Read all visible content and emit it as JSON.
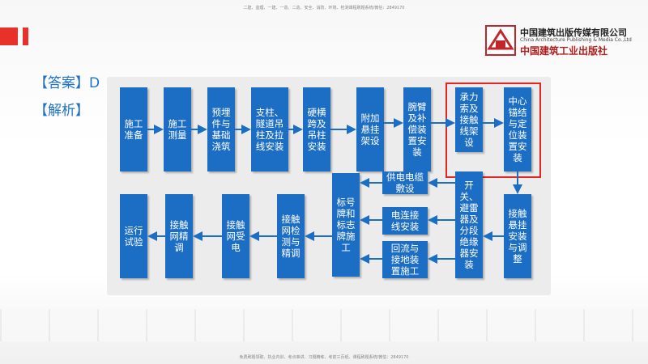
{
  "header": {
    "top_notice": "二建、监理、一建、一造、二造、安全、消防、环境、检测课程刷题系统/微信：2849170",
    "publisher_cn": "中国建筑出版传媒有限公司",
    "publisher_en": "China Architecture Publishing & Media Co.,Ltd",
    "publisher_brand": "中国建筑工业出版社"
  },
  "body": {
    "answer_label": "【答案】D",
    "analysis_label": "【解析】"
  },
  "flowchart": {
    "row1": [
      "施工准备",
      "施工测量",
      "预埋件与基础浇筑",
      "支柱、隧道吊柱及拉线安装",
      "硬横跨及吊柱安装",
      "附加悬挂架设",
      "腕臂及补偿装置安装",
      "承力索及接触线架设",
      "中心锚结与定位装置安装"
    ],
    "row2": [
      "运行试验",
      "接触网精调",
      "接触网受电",
      "接触网检测与精调",
      "标号牌和标志牌施工",
      "供电电缆敷设",
      "电连接线安装",
      "回流与接地装置施工",
      "开关、避雷器及分段绝缘器安装",
      "接触悬挂安装与调整"
    ]
  },
  "footer": {
    "bottom_notice": "免费刷题领取、执业内训、考点串讲、习题精练、考前三页纸、课程刷题系统/微信：2849170"
  },
  "colors": {
    "box": "#1c6ec4",
    "arrow": "#1c6ec4",
    "highlight": "#e62424",
    "accent": "#1e73c8"
  }
}
